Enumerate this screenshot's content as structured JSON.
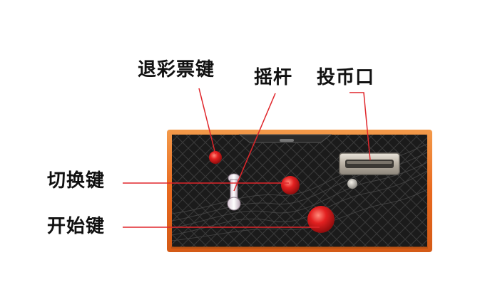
{
  "labels": {
    "ticket_return": "退彩票键",
    "joystick": "摇杆",
    "coin_slot": "投币口",
    "switch_key": "切换键",
    "start_key": "开始键"
  },
  "colors": {
    "frame_orange": "#f0772a",
    "panel_dark": "#1c1c1c",
    "button_red": "#e02424",
    "leader_line": "#e0262b",
    "coin_metal": "#c9c2b8"
  }
}
